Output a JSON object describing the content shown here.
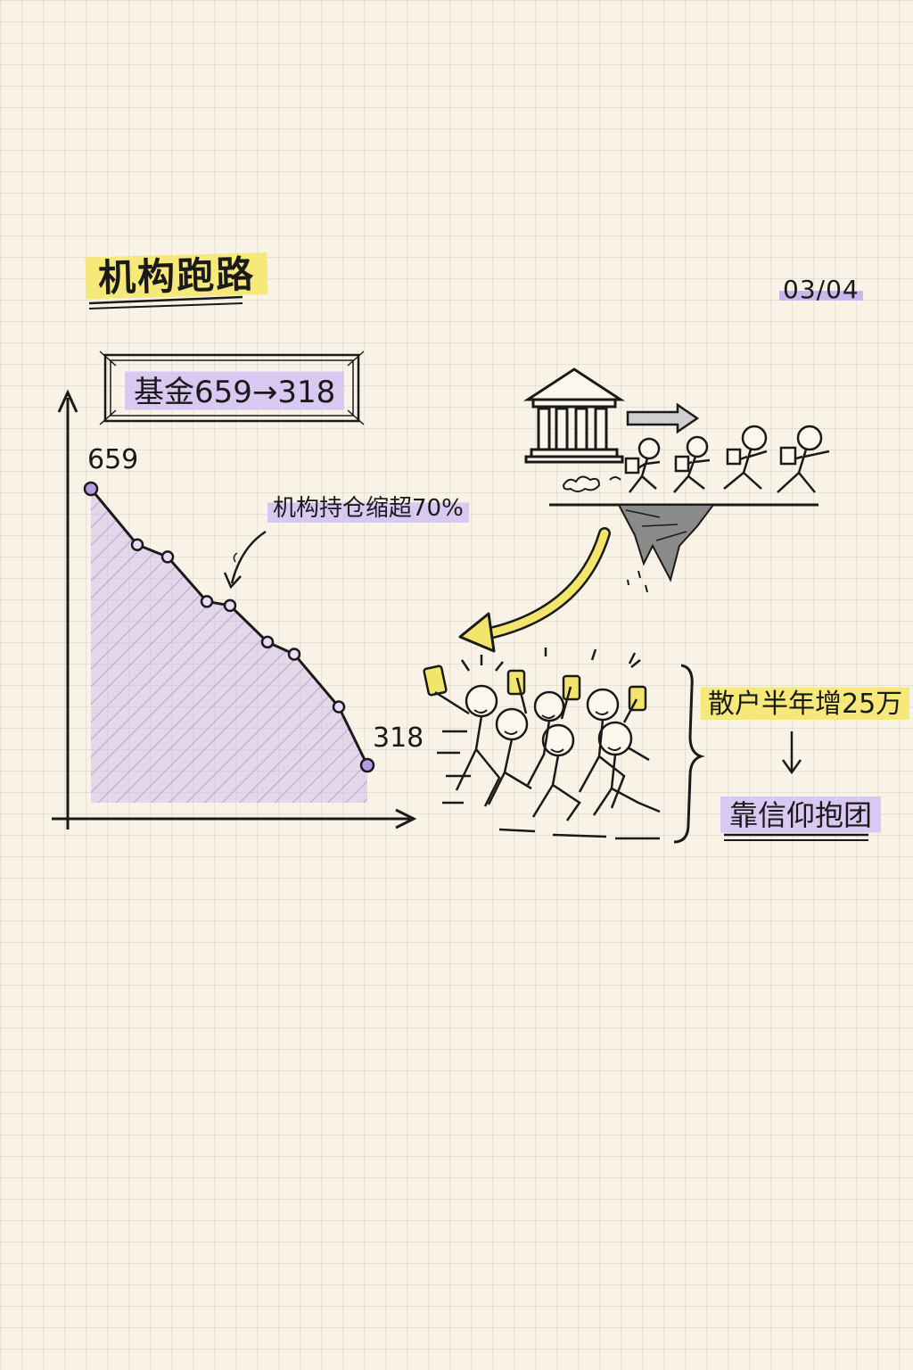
{
  "title": "机构跑路",
  "page_indicator": "03/04",
  "chart_box_label": "基金659→318",
  "annotation": "机构持仓缩超70%",
  "retail_label": "散户半年增25万",
  "faith_label": "靠信仰抱团",
  "colors": {
    "yellow_highlight": "#f6e97a",
    "purple_highlight": "#d9c8f2",
    "purple_fill": "#b79de0",
    "ink": "#1a1a1a"
  },
  "chart_data": {
    "type": "line",
    "title": "基金659→318",
    "xlabel": "",
    "ylabel": "",
    "start_label": "659",
    "end_label": "318",
    "values": [
      659,
      590,
      575,
      520,
      515,
      470,
      455,
      390,
      318
    ],
    "grid": false
  }
}
